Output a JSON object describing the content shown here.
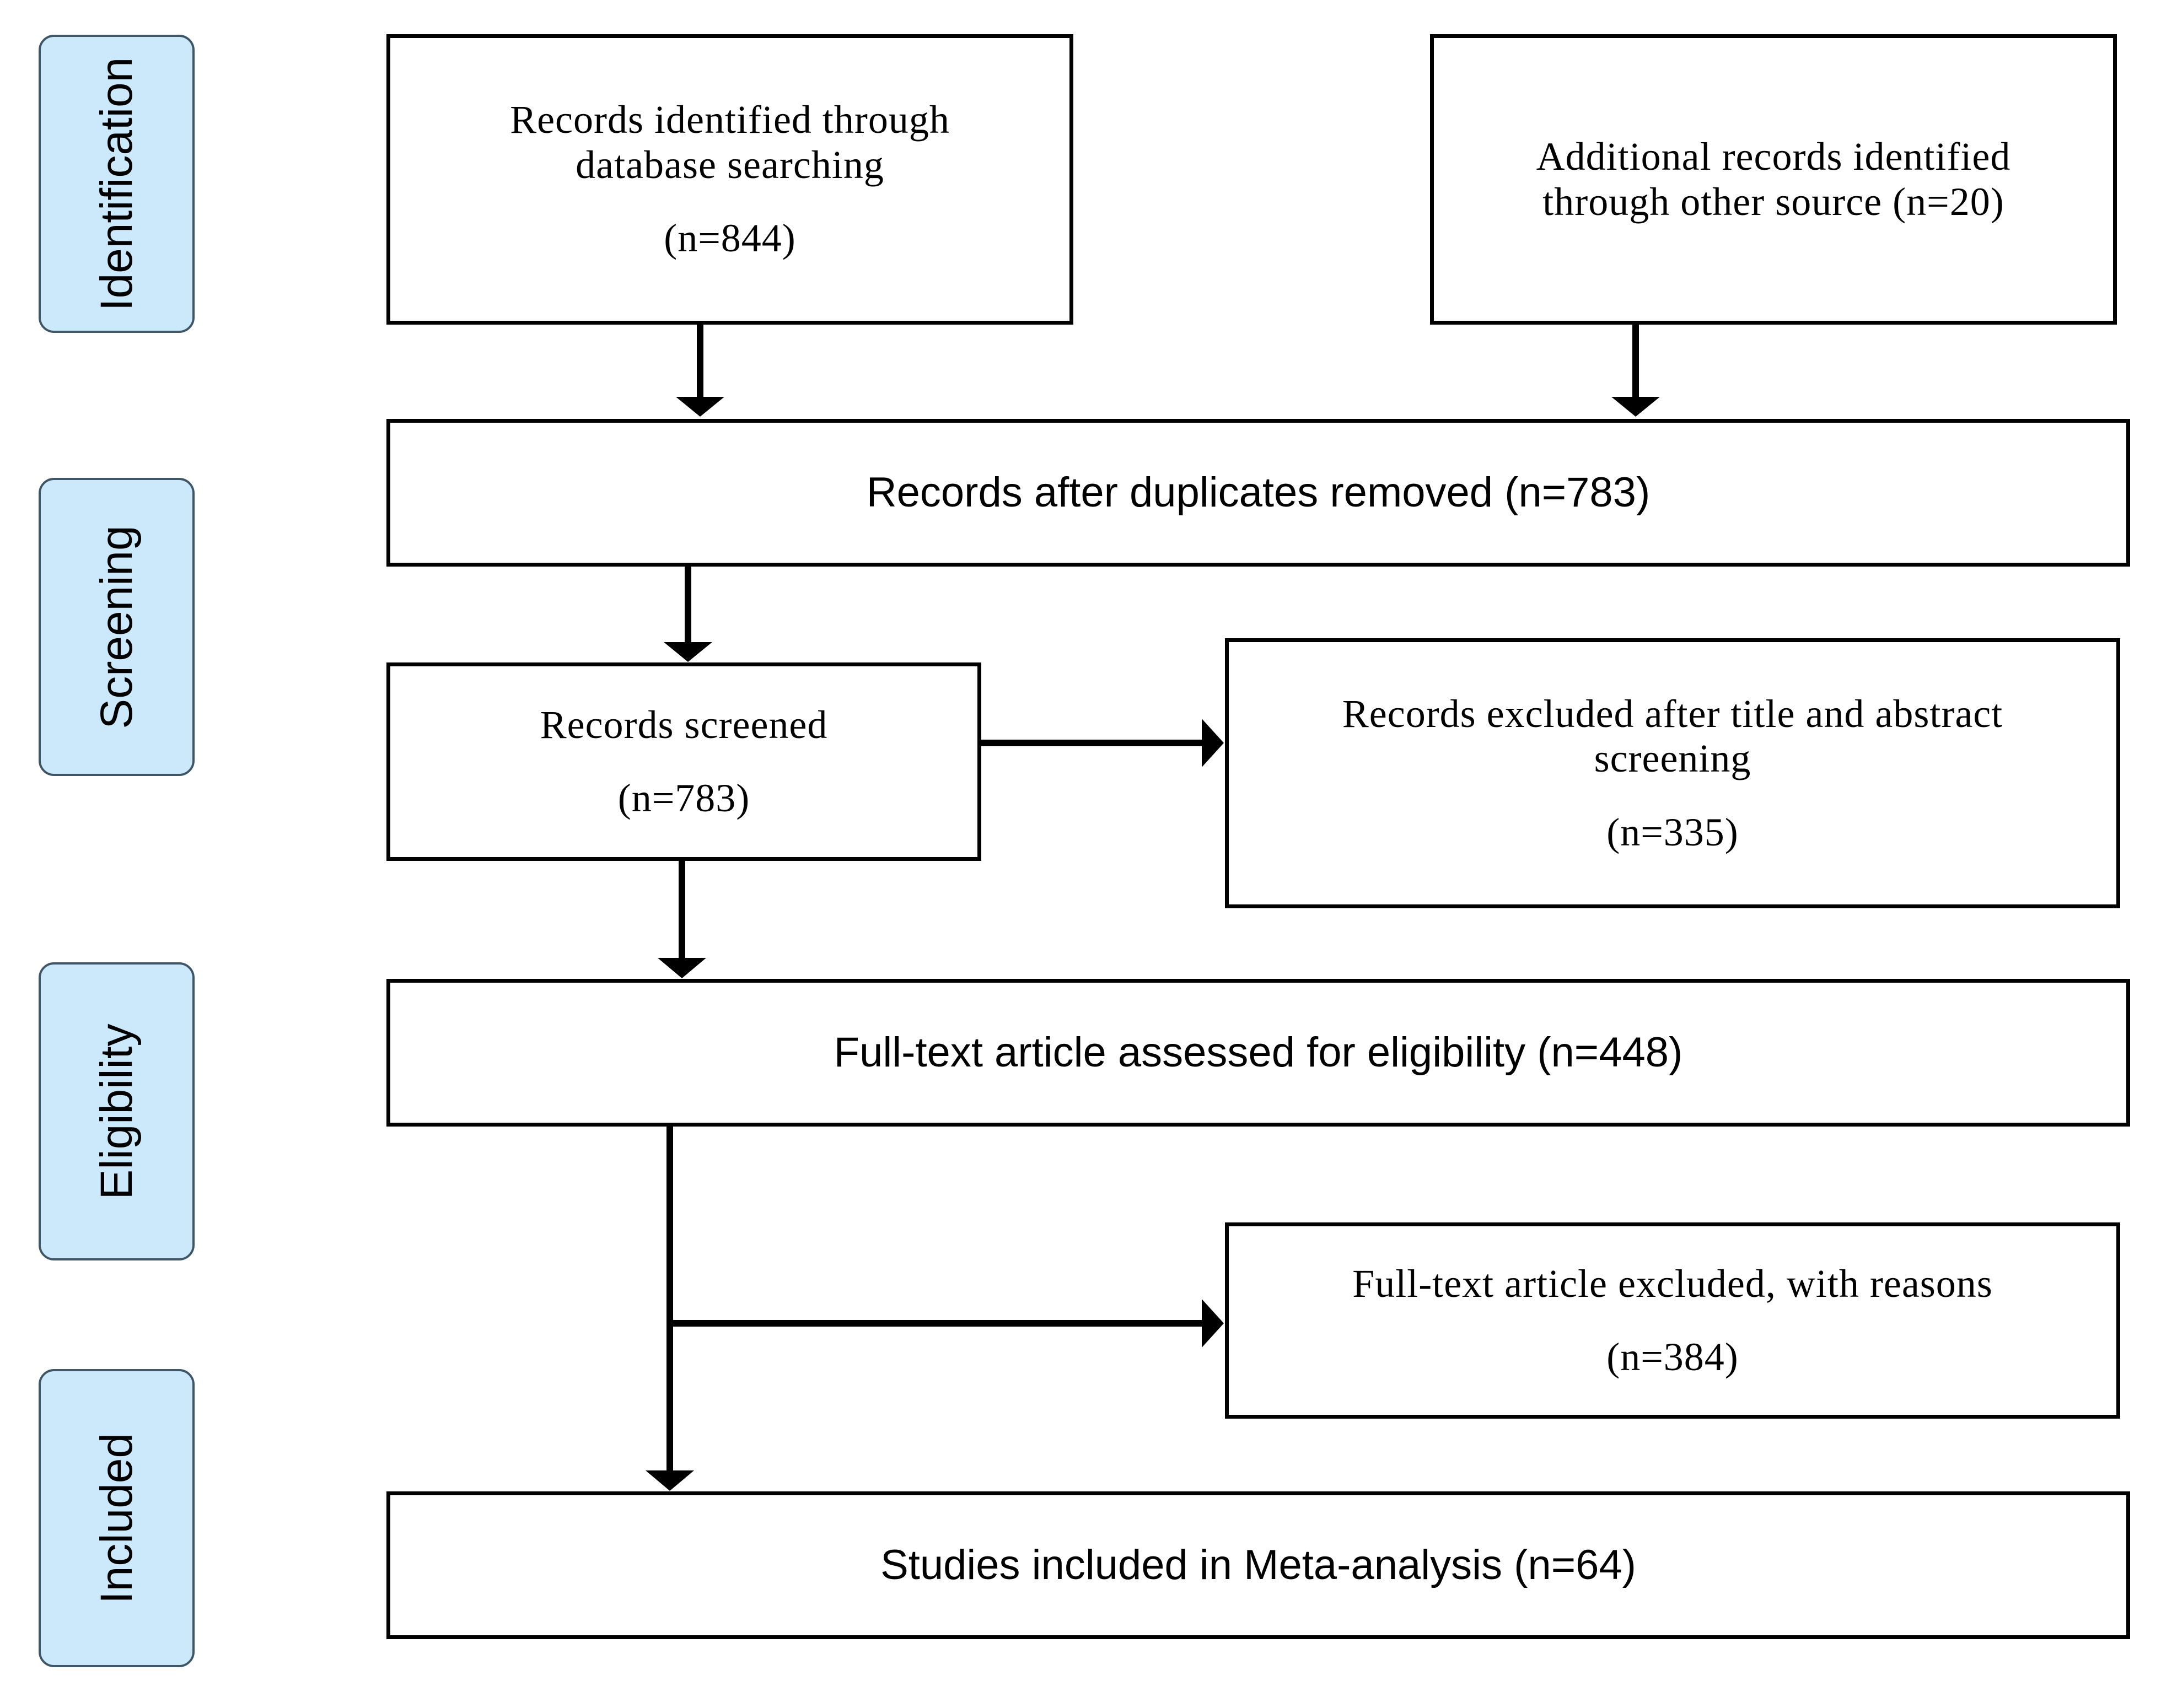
{
  "phases": {
    "identification": "Identification",
    "screening": "Screening",
    "eligibility": "Eligibility",
    "included": "Included"
  },
  "boxes": {
    "database_search": {
      "text_line1": "Records identified through",
      "text_line2": "database searching",
      "count": "(n=844)"
    },
    "other_sources": {
      "text_line1": "Additional records identified",
      "text_line2": "through other source (n=20)"
    },
    "after_duplicates": {
      "text": "Records after duplicates removed (n=783)"
    },
    "screened": {
      "text": "Records screened",
      "count": "(n=783)"
    },
    "excluded_screening": {
      "text_line1": "Records excluded after title and abstract",
      "text_line2": "screening",
      "count": "(n=335)"
    },
    "full_text_assessed": {
      "text": "Full-text article assessed for eligibility (n=448)"
    },
    "full_text_excluded": {
      "text": "Full-text article excluded, with reasons",
      "count": "(n=384)"
    },
    "included_meta": {
      "text": "Studies included in Meta-analysis (n=64)"
    }
  }
}
